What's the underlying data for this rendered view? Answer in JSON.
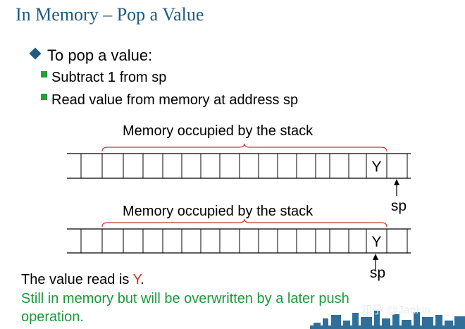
{
  "title": "In Memory – Pop a Value",
  "main_bullet": "To pop a value:",
  "sub_bullets": [
    "Subtract 1 from sp",
    "Read value from memory at address sp"
  ],
  "diagrams": [
    {
      "bracket_label": "Memory occupied by the stack",
      "cell_value": "Y",
      "pointer_label": "sp"
    },
    {
      "bracket_label": "Memory occupied by the stack",
      "cell_value": "Y",
      "pointer_label": "sp"
    }
  ],
  "note_prefix": "The value read is ",
  "note_value": "Y",
  "note_suffix": ".",
  "note_green": "Still in memory but will be overwritten by a later push operation.",
  "watermark": "知乎 @Jankin",
  "colors": {
    "title": "#1f5a83",
    "bullet_diamond": "#1f5a83",
    "bullet_square": "#22a13a",
    "bracket": "#c0392b",
    "value_highlight": "#c0392b",
    "note_green": "#1a9a3a"
  }
}
